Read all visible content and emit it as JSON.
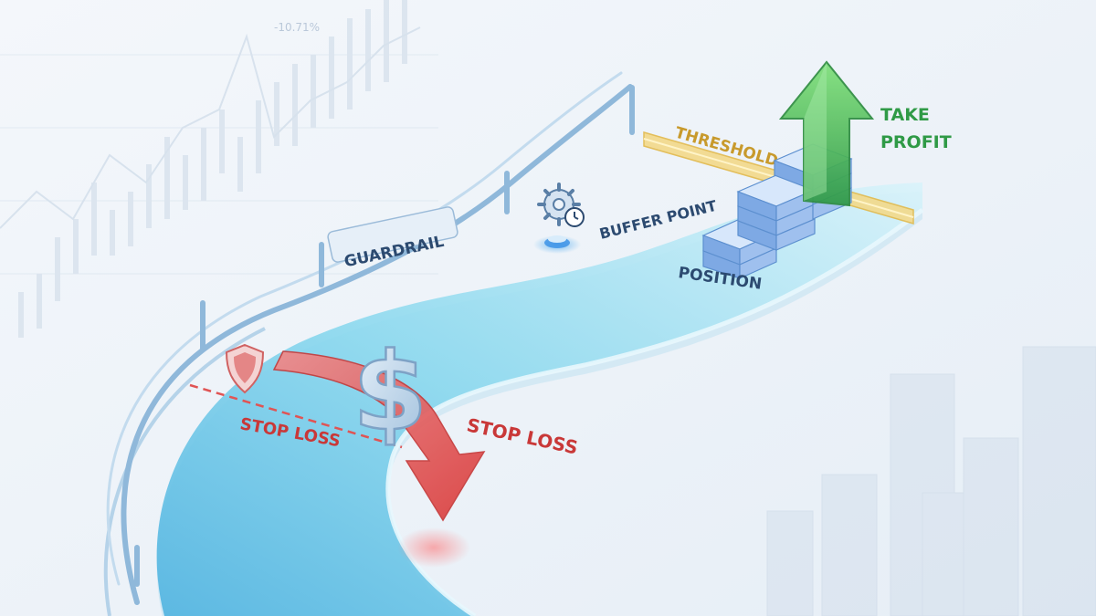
{
  "labels": {
    "guardrail": "GUARDRAIL",
    "buffer_point": "BUFFER POINT",
    "threshold": "THRESHOLD",
    "take_profit_line1": "TAKE",
    "take_profit_line2": "PROFIT",
    "position": "POSITION",
    "stop_loss_left": "STOP LOSS",
    "stop_loss_right": "STOP LOSS",
    "percent_change": "-10.71%",
    "currency_symbol": "$"
  },
  "icons": {
    "gear_clock": "gear-clock-icon",
    "shield": "shield-icon",
    "dollar": "dollar-sign-icon",
    "up_arrow": "up-arrow-icon",
    "down_arrow": "down-arrow-icon"
  },
  "colors": {
    "background": "#eef3f8",
    "track_fill": "#7fd0e6",
    "guardrail": "#8fb8da",
    "take_profit": "#3aa84a",
    "stop_loss": "#d94848",
    "threshold": "#e8c060",
    "label_navy": "#2c4a70",
    "position_blocks": "#8fb8ec"
  }
}
